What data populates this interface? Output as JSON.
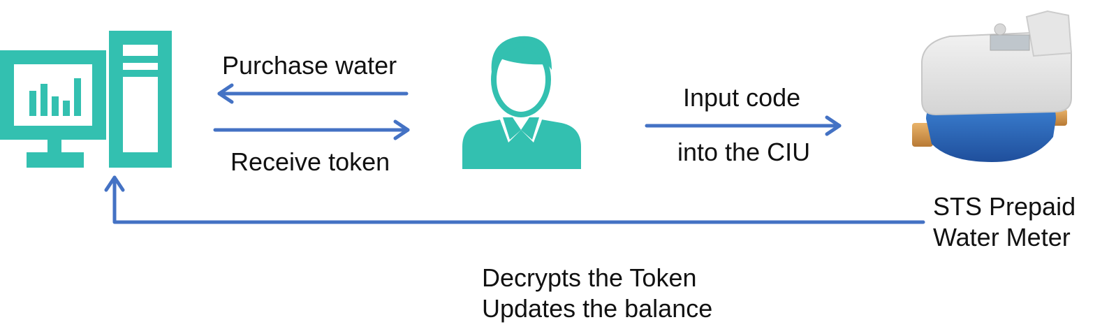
{
  "colors": {
    "teal": "#33c0b0",
    "arrow_blue": "#4472c4",
    "text": "#111111"
  },
  "icons": [
    "computer-icon",
    "person-icon",
    "water-meter-image"
  ],
  "labels": {
    "purchase_water": "Purchase water",
    "receive_token": "Receive token",
    "input_code": "Input code",
    "into_ciu": "into the CIU",
    "meter_line1": "STS Prepaid",
    "meter_line2": "Water Meter",
    "decrypt_line1": "Decrypts the Token",
    "decrypt_line2": "Updates the balance"
  }
}
